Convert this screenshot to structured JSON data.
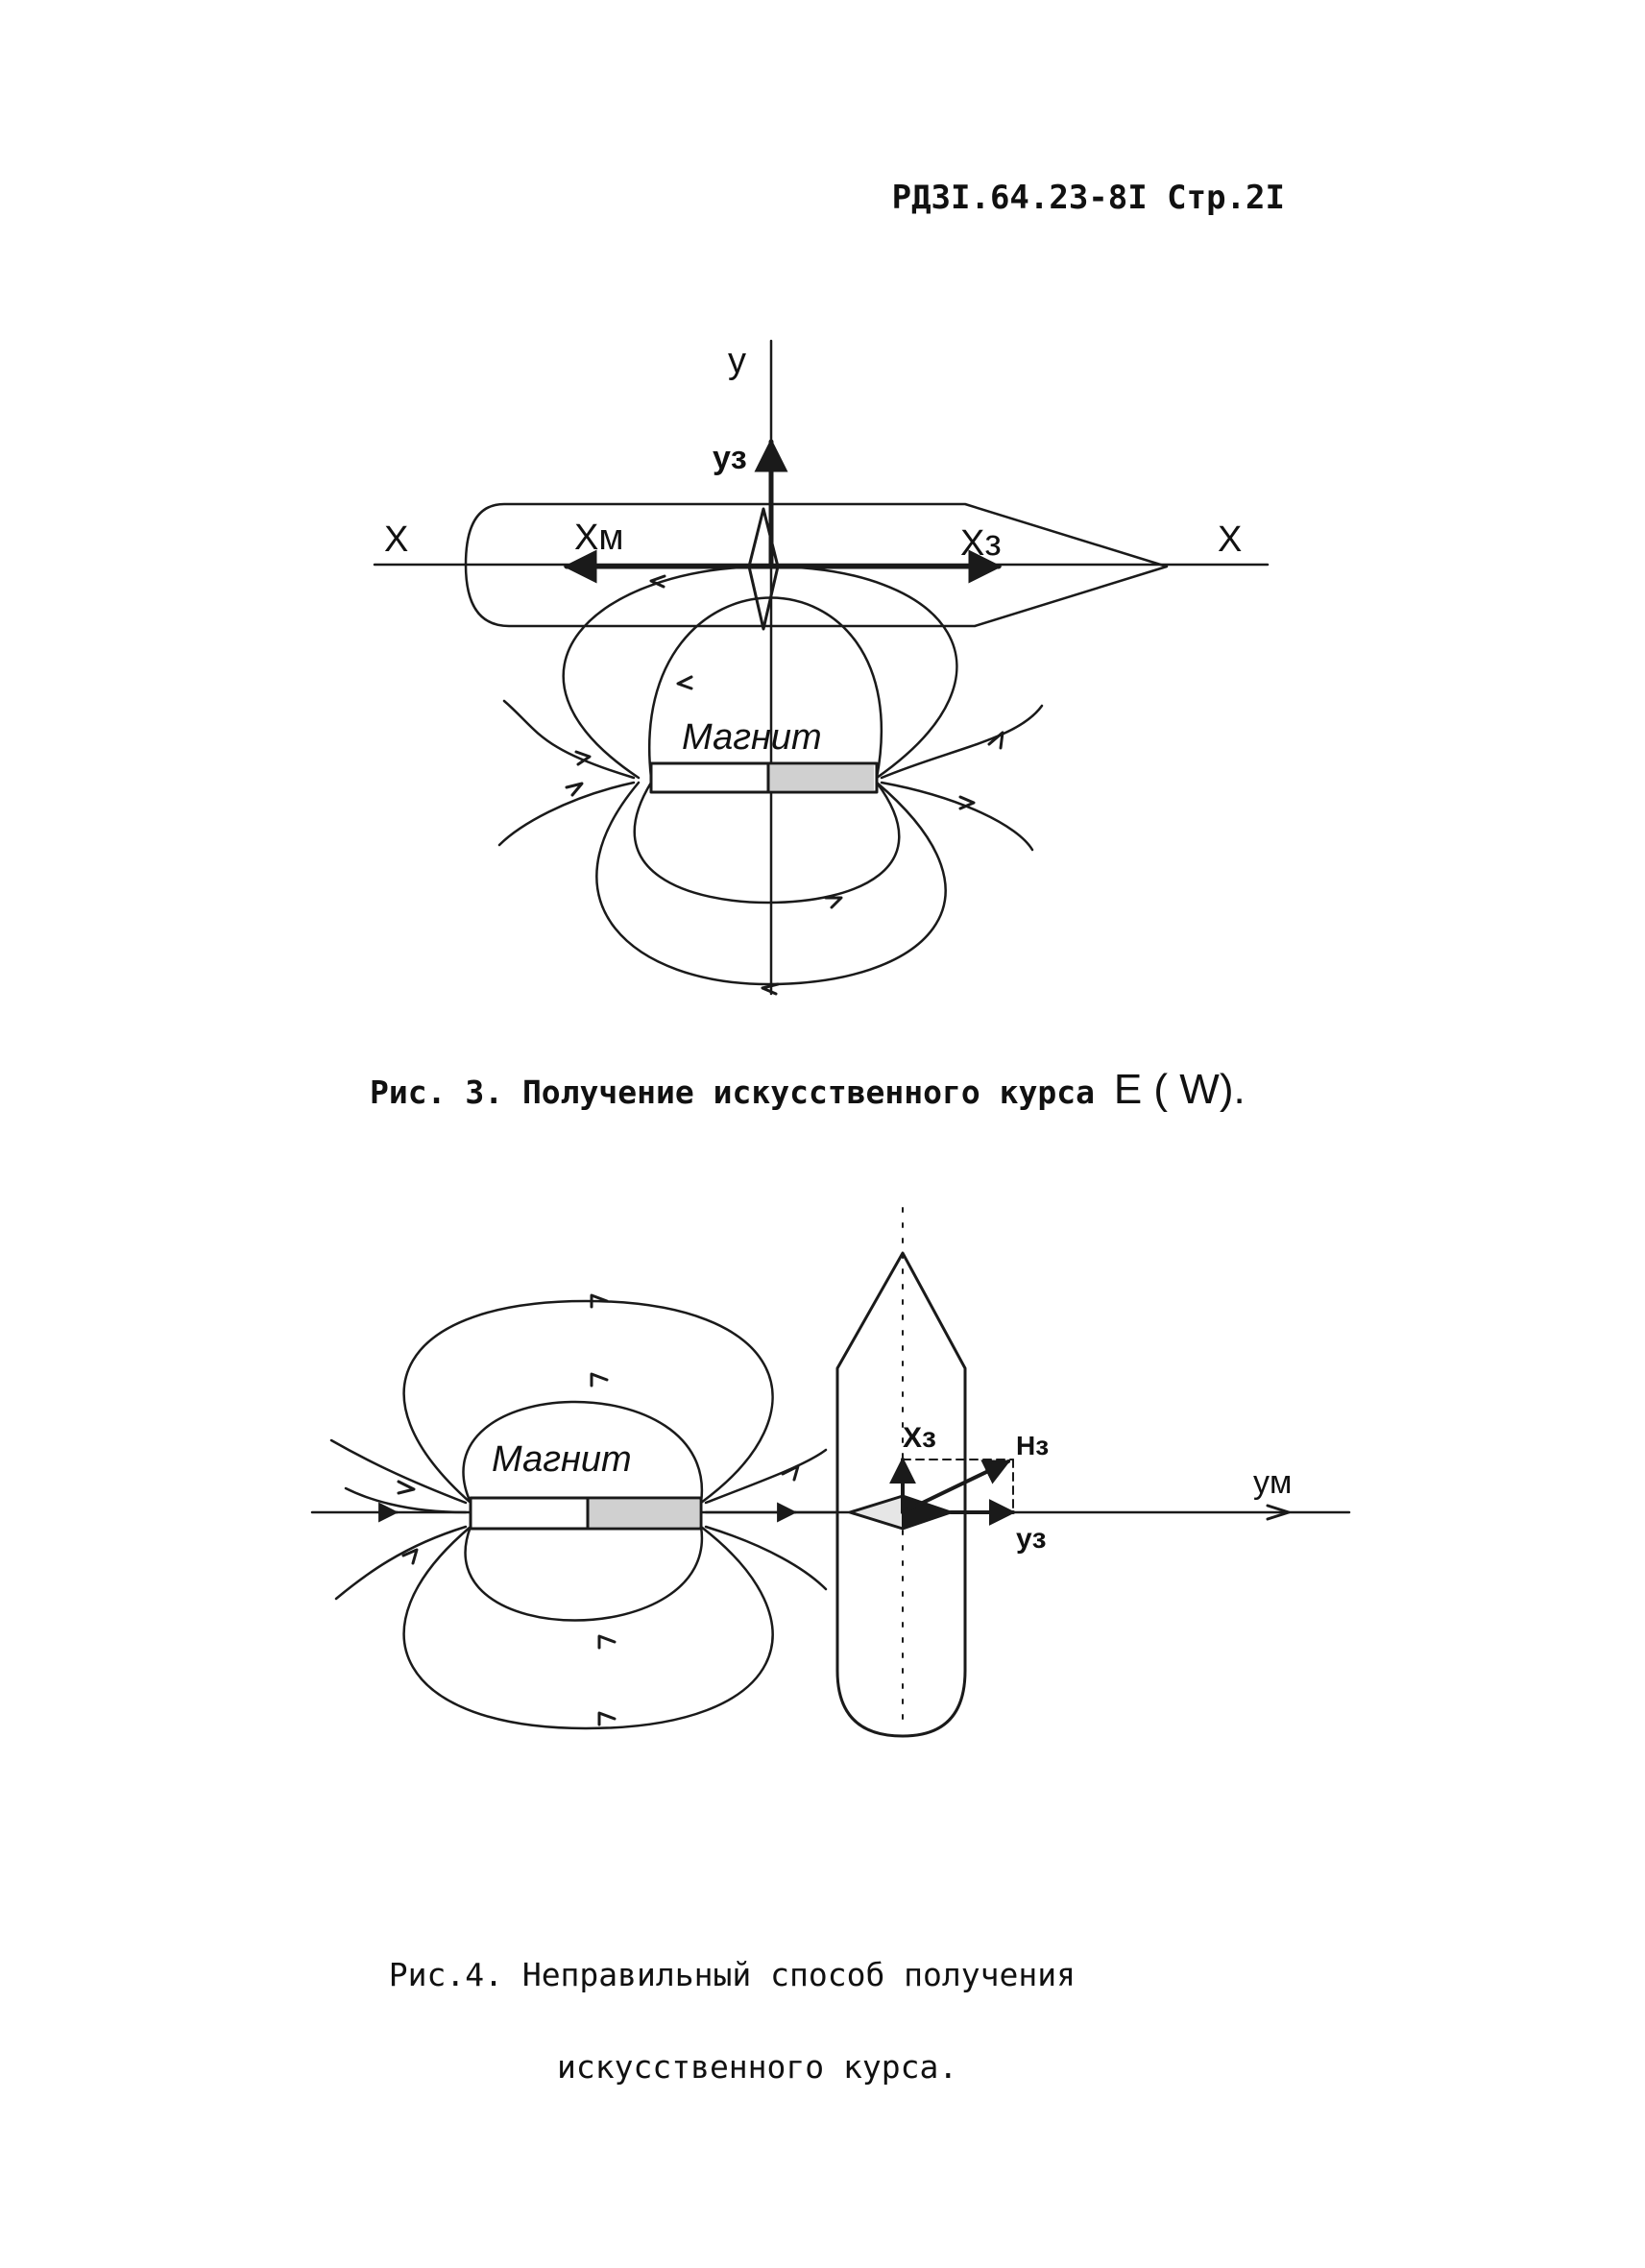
{
  "header": "РДЗI.64.23-8I Стр.2I",
  "figure3": {
    "axis_y": "y",
    "axis_x_left": "X",
    "axis_x_right": "X",
    "label_ym": "yз",
    "label_xm": "Xм",
    "label_xz": "Xз",
    "magnet_label": "Магнит",
    "caption_prefix": "Рис. 3. Получение искусственного курса ",
    "caption_course": "E ( W)."
  },
  "figure4": {
    "magnet_label": "Магнит",
    "label_xz": "Xз",
    "label_hz": "Hз",
    "label_ym": "yм",
    "label_yz": "yз",
    "caption_line1": "Рис.4. Неправильный способ получения",
    "caption_line2": "искусственного курса."
  }
}
